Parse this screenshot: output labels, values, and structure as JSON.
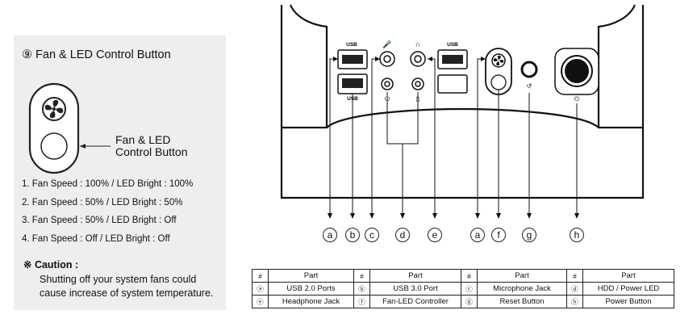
{
  "panel": {
    "title": "⑨ Fan & LED Control Button",
    "button_label_line1": "Fan & LED",
    "button_label_line2": "Control Button",
    "modes": [
      "1. Fan Speed : 100% / LED Bright : 100%",
      "2. Fan Speed : 50% / LED Bright : 50%",
      "3. Fan Speed : 50% / LED Bright : Off",
      "4. Fan Speed : Off / LED Bright : Off"
    ],
    "caution_title": "※ Caution :",
    "caution_line1": "Shutting off your system fans could",
    "caution_line2": "cause increase of system temperature."
  },
  "front_panel": {
    "usb_labels": [
      "USB",
      "USB",
      "USB"
    ],
    "callouts": [
      "a",
      "b",
      "c",
      "d",
      "e",
      "a",
      "f",
      "g",
      "h"
    ]
  },
  "table": {
    "headers": [
      "#",
      "Part",
      "#",
      "Part",
      "#",
      "Part",
      "#",
      "Part"
    ],
    "rows": [
      [
        "ⓐ",
        "USB 2.0 Ports",
        "ⓑ",
        "USB 3.0 Port",
        "ⓒ",
        "Microphone Jack",
        "ⓓ",
        "HDD / Power LED"
      ],
      [
        "ⓔ",
        "Headphone Jack",
        "ⓕ",
        "Fan-LED Controller",
        "ⓖ",
        "Reset Button",
        "ⓗ",
        "Power Button"
      ]
    ]
  }
}
